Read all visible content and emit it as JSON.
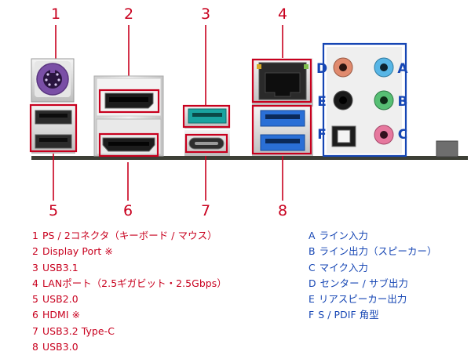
{
  "callout_numbers": [
    "1",
    "2",
    "3",
    "4",
    "5",
    "6",
    "7",
    "8"
  ],
  "audio_jack_letters": [
    "A",
    "B",
    "C",
    "D",
    "E",
    "F"
  ],
  "legend_ports": [
    {
      "key": "1",
      "label": "PS / 2コネクタ（キーボード / マウス）"
    },
    {
      "key": "2",
      "label": "Display Port ※"
    },
    {
      "key": "3",
      "label": "USB3.1"
    },
    {
      "key": "4",
      "label": "LANポート（2.5ギガビット・2.5Gbps）"
    },
    {
      "key": "5",
      "label": "USB2.0"
    },
    {
      "key": "6",
      "label": "HDMI ※"
    },
    {
      "key": "7",
      "label": "USB3.2 Type-C"
    },
    {
      "key": "8",
      "label": "USB3.0"
    }
  ],
  "legend_audio": [
    {
      "key": "A",
      "label": "ライン入力"
    },
    {
      "key": "B",
      "label": "ライン出力（スピーカー）"
    },
    {
      "key": "C",
      "label": "マイク入力"
    },
    {
      "key": "D",
      "label": "センター / サブ出力"
    },
    {
      "key": "E",
      "label": "リアスピーカー出力"
    },
    {
      "key": "F",
      "label": "S / PDIF 角型"
    }
  ],
  "colors": {
    "callout_red": "#c8001e",
    "callout_blue": "#1646b4",
    "usb31_teal": "#1aa3a0",
    "usb30_blue": "#2a6fd6",
    "ps2_purple": "#7a4fa6",
    "audio_orange": "#e08a6e",
    "audio_lightblue": "#58b6e6",
    "audio_black": "#1a1a1a",
    "audio_green": "#57bf74",
    "audio_pink": "#e6789e",
    "board_pcb": "#3d3f36"
  }
}
